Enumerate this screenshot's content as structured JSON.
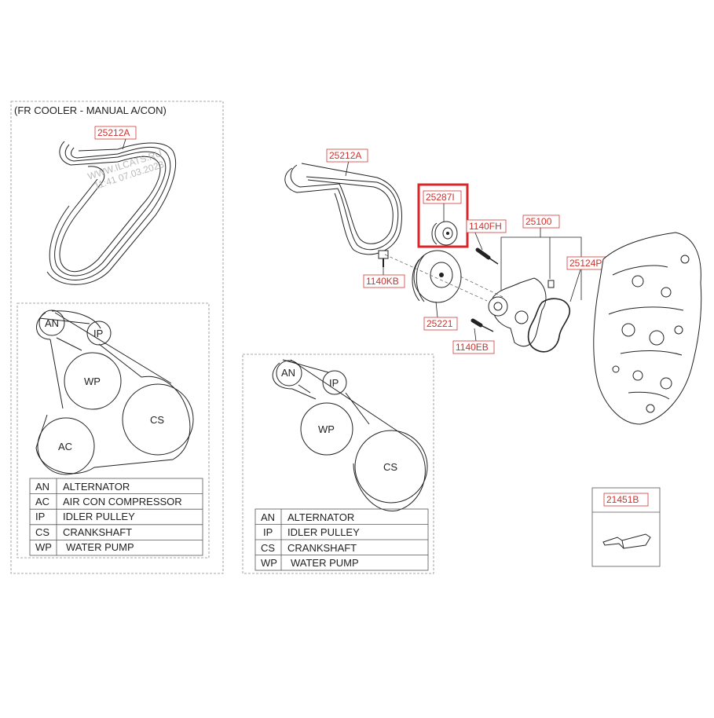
{
  "watermark": {
    "site": "WWW.ILCATS.RU",
    "stamp": "11:41 07.03.2023"
  },
  "left_panel": {
    "heading": "(FR COOLER - MANUAL A/CON)",
    "belt_label": "25212A",
    "pulleys": {
      "an": "AN",
      "ip": "IP",
      "wp": "WP",
      "cs": "CS",
      "ac": "AC"
    },
    "legend": [
      {
        "code": "AN",
        "name": "ALTERNATOR"
      },
      {
        "code": "AC",
        "name": "AIR CON COMPRESSOR"
      },
      {
        "code": "IP",
        "name": "IDLER PULLEY"
      },
      {
        "code": "CS",
        "name": "CRANKSHAFT"
      },
      {
        "code": "WP",
        "name": "WATER PUMP"
      }
    ]
  },
  "middle_panel": {
    "pulleys": {
      "an": "AN",
      "ip": "IP",
      "wp": "WP",
      "cs": "CS"
    },
    "legend": [
      {
        "code": "AN",
        "name": "ALTERNATOR"
      },
      {
        "code": "IP",
        "name": "IDLER PULLEY"
      },
      {
        "code": "CS",
        "name": "CRANKSHAFT"
      },
      {
        "code": "WP",
        "name": "WATER PUMP"
      }
    ]
  },
  "main_diagram": {
    "labels": {
      "belt": "25212A",
      "idler": "25287I",
      "bolt_fh": "1140FH",
      "water_pump": "25100",
      "gasket": "25124P",
      "bolt_kb": "1140KB",
      "pulley": "25221",
      "bolt_eb": "1140EB"
    },
    "selected_part": "25287I",
    "highlight_color": "#d8262b"
  },
  "inset": {
    "label": "21451B"
  }
}
